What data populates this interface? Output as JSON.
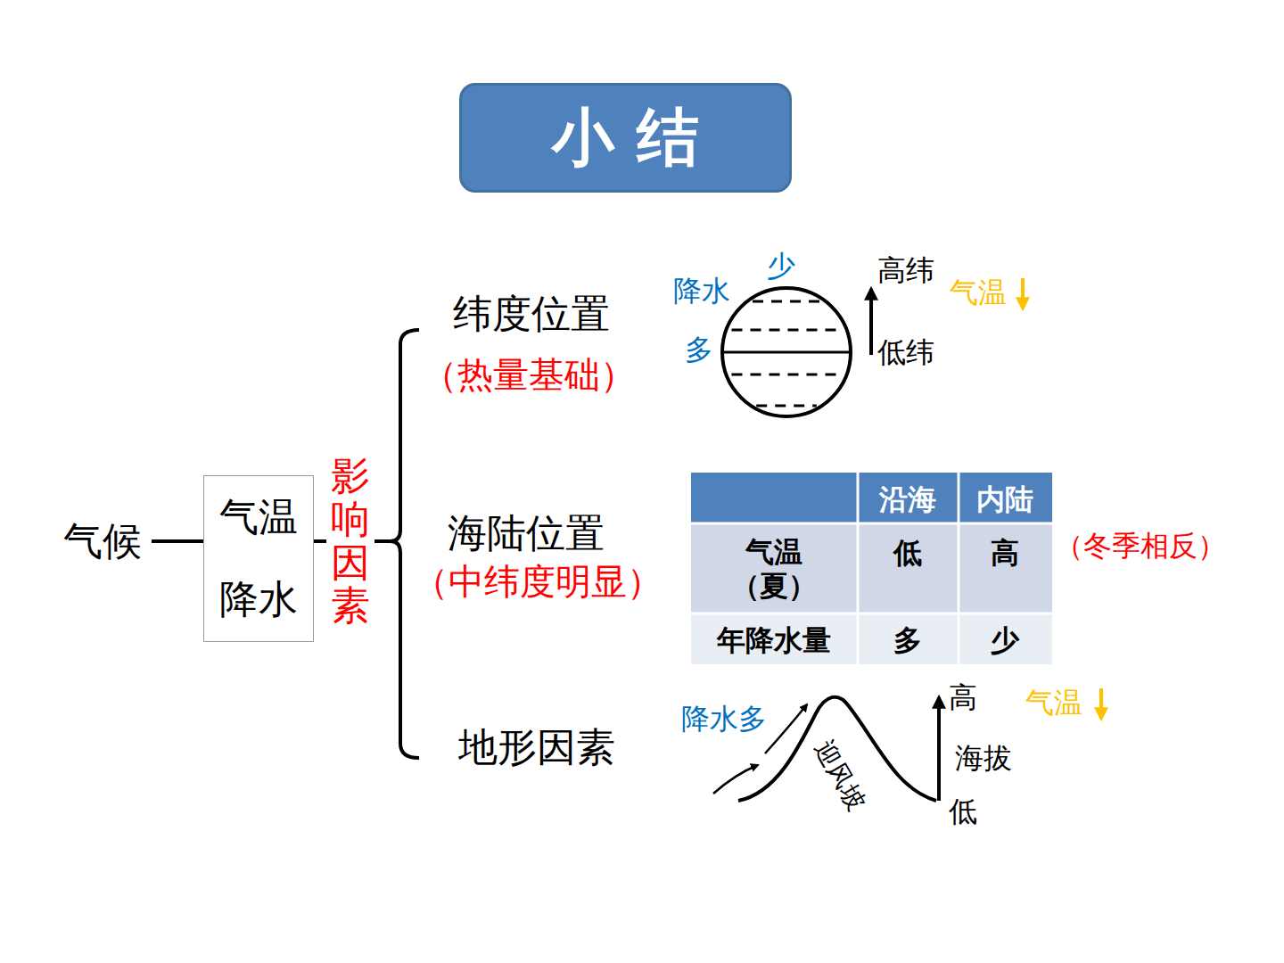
{
  "diagram": {
    "title": "小 结",
    "nodes": [
      {
        "text": [
          "气温",
          "降水"
        ]
      }
    ],
    "labels": [
      "气候",
      "影响因素",
      "纬度位置",
      "（热量基础）",
      "降水",
      "少",
      "多",
      "高纬",
      "低纬",
      "气温",
      "海陆位置",
      "（中纬度明显）",
      "沿海",
      "内陆",
      "气温 （夏）",
      "低",
      "高",
      "（冬季相反）",
      "年降水量",
      "多",
      "少",
      "降水多",
      "迎风坡",
      "高",
      "海拔",
      "低",
      "气温",
      "地形因素"
    ]
  }
}
